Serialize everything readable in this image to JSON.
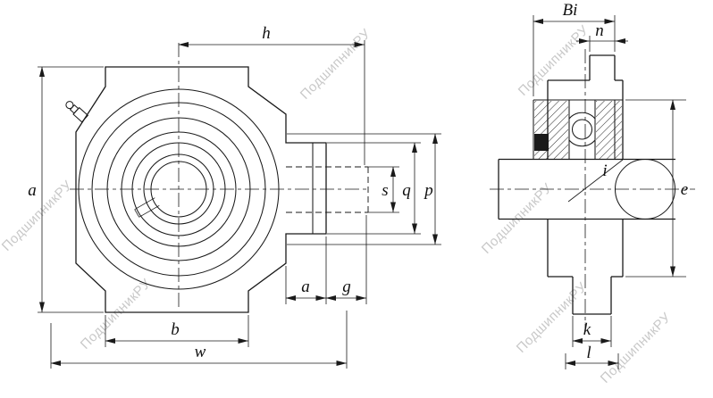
{
  "drawing": {
    "type": "bearing-unit-technical-drawing",
    "views": [
      "front-view",
      "side-section-view"
    ]
  },
  "labels": {
    "front": {
      "h": "h",
      "a_left": "a",
      "s": "s",
      "q": "q",
      "p": "p",
      "a_bottom": "a",
      "g": "g",
      "b": "b",
      "w": "w"
    },
    "side": {
      "bi": "Bi",
      "n": "n",
      "i": "i",
      "e": "e",
      "k": "k",
      "l": "l"
    }
  },
  "watermark": "ПодшипникРУ",
  "colors": {
    "line": "#1a1a1a",
    "watermark": "#c9c9c9",
    "background": "#ffffff"
  }
}
